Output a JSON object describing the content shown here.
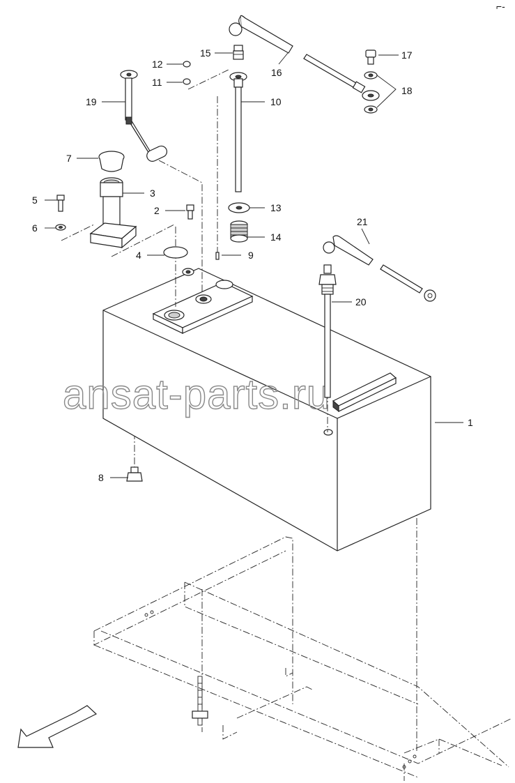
{
  "watermark": "ansat-parts.ru",
  "corner_mark": "⌐-",
  "callouts": {
    "c1": "1",
    "c2": "2",
    "c3": "3",
    "c4": "4",
    "c5": "5",
    "c6": "6",
    "c7": "7",
    "c8": "8",
    "c9": "9",
    "c10": "10",
    "c11": "11",
    "c12": "12",
    "c13": "13",
    "c14": "14",
    "c15": "15",
    "c16": "16",
    "c17": "17",
    "c18": "18",
    "c19": "19",
    "c20": "20",
    "c21": "21"
  },
  "icons": {
    "direction_arrow": "front-direction-arrow-icon"
  }
}
